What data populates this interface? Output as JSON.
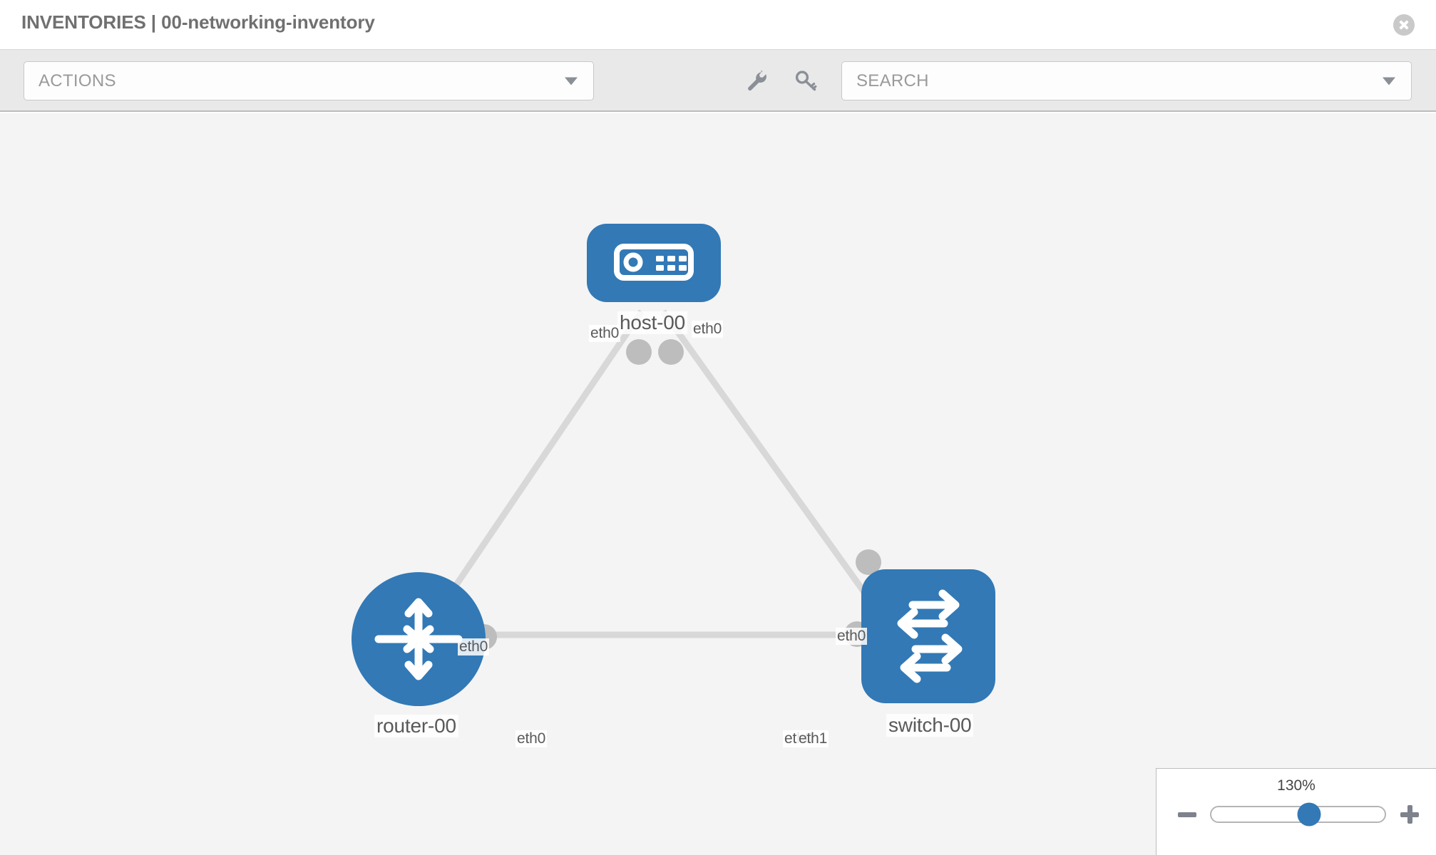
{
  "header": {
    "title": "INVENTORIES | 00-networking-inventory",
    "close_icon": "close-icon"
  },
  "toolbar": {
    "actions": {
      "label": "ACTIONS",
      "caret_icon": "chevron-down-icon"
    },
    "icons": [
      {
        "name": "wrench-icon",
        "title": "wrench"
      },
      {
        "name": "key-icon",
        "title": "key"
      }
    ],
    "search": {
      "placeholder": "SEARCH",
      "value": "",
      "caret_icon": "chevron-down-icon"
    }
  },
  "topology": {
    "accent_color": "#3279b6",
    "link_color": "#d8d8d8",
    "nub_color": "#bdbdbd",
    "canvas_color": "#f4f4f4",
    "nodes": [
      {
        "id": "host-00",
        "label": "host-00",
        "type": "host",
        "icon": "server-icon"
      },
      {
        "id": "router-00",
        "label": "router-00",
        "type": "router",
        "icon": "router-icon"
      },
      {
        "id": "switch-00",
        "label": "switch-00",
        "type": "switch",
        "icon": "switch-icon"
      }
    ],
    "links": [
      {
        "from": "host-00",
        "to": "router-00",
        "from_port": "eth0",
        "to_port": "eth0"
      },
      {
        "from": "host-00",
        "to": "switch-00",
        "from_port": "eth0",
        "to_port": "eth0"
      },
      {
        "from": "router-00",
        "to": "switch-00",
        "from_port": "eth0",
        "to_port": "eth1"
      }
    ],
    "port_labels": {
      "host_left": "eth0",
      "host_right": "eth0",
      "router_up": "eth0",
      "switch_up": "eth0",
      "router_right": "eth0",
      "switch_left_hidden": "eth0",
      "switch_left": "eth1"
    }
  },
  "zoom": {
    "value_label": "130%",
    "minus_icon": "minus-icon",
    "plus_icon": "plus-icon",
    "thumb_position_pct": 56.5
  }
}
